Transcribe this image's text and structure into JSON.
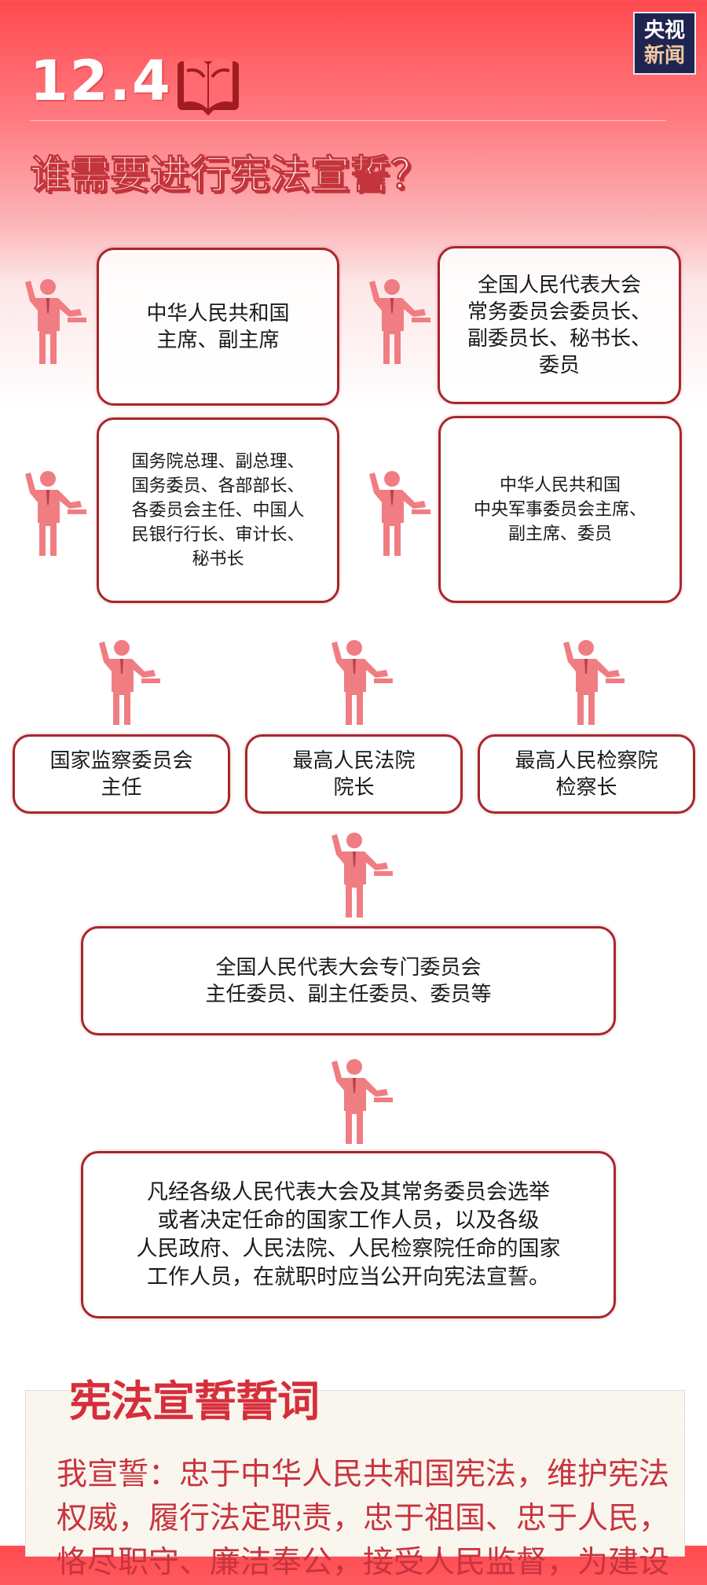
{
  "header": {
    "logo_lines": [
      "央视",
      "新闻"
    ],
    "date": "12.4",
    "icon": "open-book-icon",
    "title": "谁需要进行宪法宣誓？"
  },
  "colors": {
    "accent": "#ff4a4f",
    "border": "#a8262d",
    "figure": "#f07d82",
    "oath_text": "#c8343f",
    "logo_bg": "#1f2550"
  },
  "figure_icon": "person-taking-oath-icon",
  "groups": [
    {
      "text": "中华人民共和国\n主席、副主席"
    },
    {
      "text": "全国人民代表大会\n常务委员会委员长、\n副委员长、秘书长、\n委员"
    },
    {
      "text": "国务院总理、副总理、\n国务委员、各部部长、\n各委员会主任、中国人\n民银行行长、审计长、\n秘书长"
    },
    {
      "text": "中华人民共和国\n中央军事委员会主席、\n副主席、委员"
    },
    {
      "text": "国家监察委员会\n主任"
    },
    {
      "text": "最高人民法院\n院长"
    },
    {
      "text": "最高人民检察院\n检察长"
    },
    {
      "text": "全国人民代表大会专门委员会\n主任委员、副主任委员、委员等"
    },
    {
      "text": "凡经各级人民代表大会及其常务委员会选举\n或者决定任命的国家工作人员，以及各级\n人民政府、人民法院、人民检察院任命的国家\n工作人员，在就职时应当公开向宪法宣誓。"
    }
  ],
  "oath": {
    "title": "宪法宣誓誓词",
    "lines": [
      "我宣誓：忠于中华人民共和国宪法，维护宪法",
      "权威，履行法定职责，忠于祖国、忠于人民，",
      "恪尽职守、廉洁奉公，接受人民监督，为建设"
    ]
  }
}
